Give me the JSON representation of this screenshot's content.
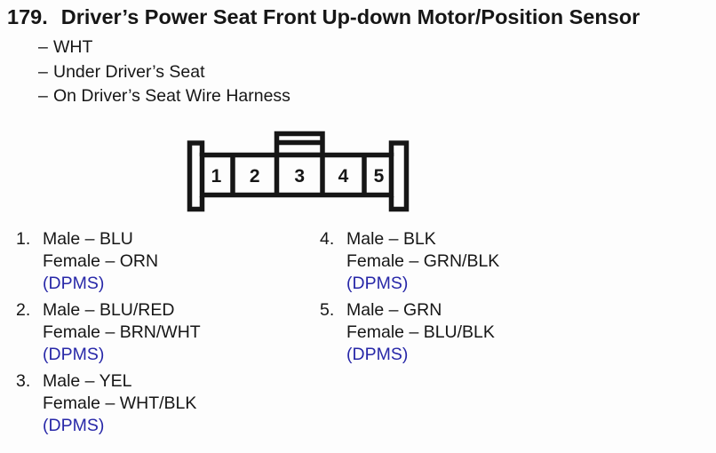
{
  "header": {
    "number": "179.",
    "title": "Driver’s Power Seat Front Up-down Motor/Position Sensor",
    "details": [
      {
        "dash": "–",
        "text": "WHT"
      },
      {
        "dash": "–",
        "text": "Under Driver’s Seat"
      },
      {
        "dash": "–",
        "text": "On Driver’s Seat Wire Harness"
      }
    ]
  },
  "connector": {
    "pins": [
      "1",
      "2",
      "3",
      "4",
      "5"
    ]
  },
  "pin_list": {
    "left": [
      {
        "number": "1.",
        "male": "Male – BLU",
        "female": "Female – ORN",
        "note": "(DPMS)"
      },
      {
        "number": "2.",
        "male": "Male – BLU/RED",
        "female": "Female – BRN/WHT",
        "note": "(DPMS)"
      },
      {
        "number": "3.",
        "male": "Male – YEL",
        "female": "Female – WHT/BLK",
        "note": "(DPMS)"
      }
    ],
    "right": [
      {
        "number": "4.",
        "male": "Male – BLK",
        "female": "Female – GRN/BLK",
        "note": "(DPMS)"
      },
      {
        "number": "5.",
        "male": "Male – GRN",
        "female": "Female – BLU/BLK",
        "note": "(DPMS)"
      }
    ]
  },
  "colors": {
    "ink": "#161616",
    "note_blue": "#2727a8",
    "background": "#fdfdfd"
  }
}
